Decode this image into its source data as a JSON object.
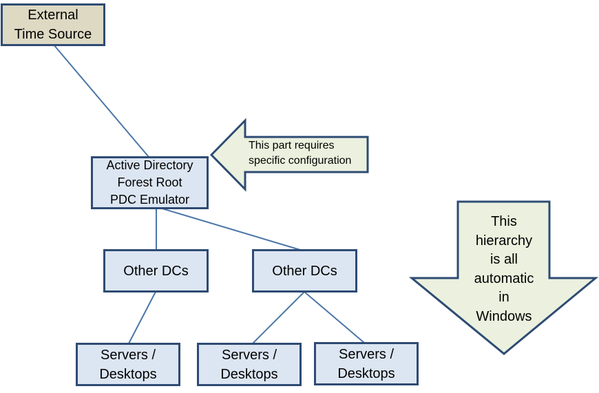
{
  "colors": {
    "box_fill": "#dce6f2",
    "external_fill": "#ddd9c3",
    "border": "#2e4b73",
    "line": "#4a76a8",
    "arrow_fill": "#ebf1de",
    "arrow_border": "#2e4b73"
  },
  "nodes": {
    "external": "External\nTime Source",
    "root": "Active Directory\nForest Root\nPDC Emulator",
    "dc_left": "Other DCs",
    "dc_right": "Other DCs",
    "server_1": "Servers /\nDesktops",
    "server_2": "Servers /\nDesktops",
    "server_3": "Servers /\nDesktops"
  },
  "callouts": {
    "config_note": "This part requires\nspecific configuration",
    "automatic_note": "This\nhierarchy\nis all\nautomatic\nin\nWindows"
  }
}
